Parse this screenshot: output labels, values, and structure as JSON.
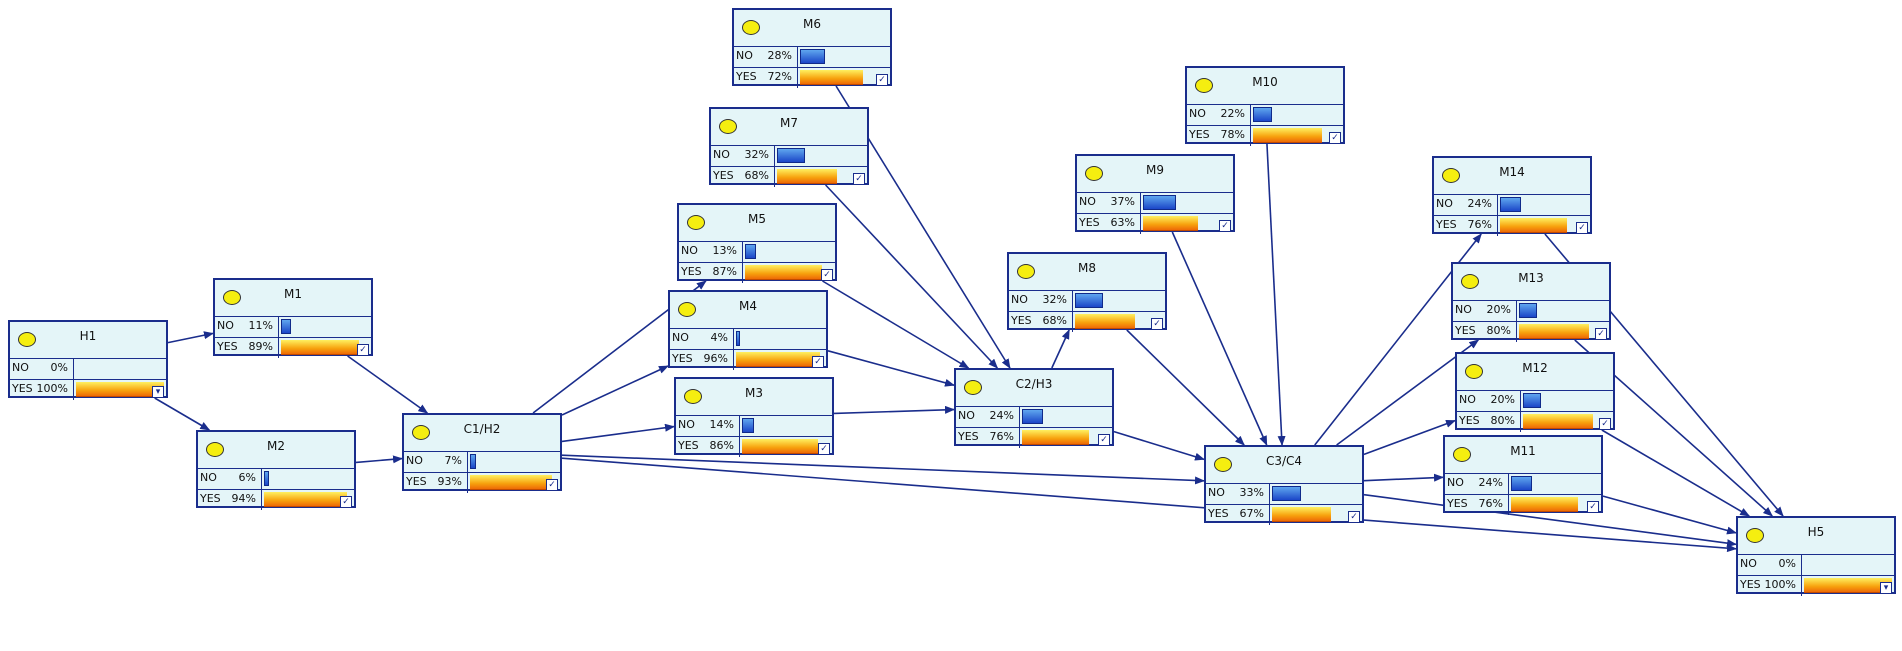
{
  "nodes": [
    {
      "id": "H1",
      "title": "H1",
      "no": "0%",
      "yes": "100%",
      "no_frac": 0.0,
      "yes_frac": 1.0,
      "icon": "arrow-down-icon"
    },
    {
      "id": "M1",
      "title": "M1",
      "no": "11%",
      "yes": "89%",
      "no_frac": 0.11,
      "yes_frac": 0.89,
      "icon": "checkbox-icon"
    },
    {
      "id": "M2",
      "title": "M2",
      "no": "6%",
      "yes": "94%",
      "no_frac": 0.06,
      "yes_frac": 0.94,
      "icon": "checkbox-icon"
    },
    {
      "id": "C1H2",
      "title": "C1/H2",
      "no": "7%",
      "yes": "93%",
      "no_frac": 0.07,
      "yes_frac": 0.93,
      "icon": "checkbox-icon"
    },
    {
      "id": "M6",
      "title": "M6",
      "no": "28%",
      "yes": "72%",
      "no_frac": 0.28,
      "yes_frac": 0.72,
      "icon": "checkbox-icon"
    },
    {
      "id": "M7",
      "title": "M7",
      "no": "32%",
      "yes": "68%",
      "no_frac": 0.32,
      "yes_frac": 0.68,
      "icon": "checkbox-icon"
    },
    {
      "id": "M5",
      "title": "M5",
      "no": "13%",
      "yes": "87%",
      "no_frac": 0.13,
      "yes_frac": 0.87,
      "icon": "checkbox-icon"
    },
    {
      "id": "M4",
      "title": "M4",
      "no": "4%",
      "yes": "96%",
      "no_frac": 0.04,
      "yes_frac": 0.96,
      "icon": "checkbox-icon"
    },
    {
      "id": "M3",
      "title": "M3",
      "no": "14%",
      "yes": "86%",
      "no_frac": 0.14,
      "yes_frac": 0.86,
      "icon": "checkbox-icon"
    },
    {
      "id": "C2H3",
      "title": "C2/H3",
      "no": "24%",
      "yes": "76%",
      "no_frac": 0.24,
      "yes_frac": 0.76,
      "icon": "checkbox-icon"
    },
    {
      "id": "M8",
      "title": "M8",
      "no": "32%",
      "yes": "68%",
      "no_frac": 0.32,
      "yes_frac": 0.68,
      "icon": "checkbox-icon"
    },
    {
      "id": "M9",
      "title": "M9",
      "no": "37%",
      "yes": "63%",
      "no_frac": 0.37,
      "yes_frac": 0.63,
      "icon": "checkbox-icon"
    },
    {
      "id": "M10",
      "title": "M10",
      "no": "22%",
      "yes": "78%",
      "no_frac": 0.22,
      "yes_frac": 0.78,
      "icon": "checkbox-icon"
    },
    {
      "id": "C3C4",
      "title": "C3/C4",
      "no": "33%",
      "yes": "67%",
      "no_frac": 0.33,
      "yes_frac": 0.67,
      "icon": "checkbox-icon"
    },
    {
      "id": "M14",
      "title": "M14",
      "no": "24%",
      "yes": "76%",
      "no_frac": 0.24,
      "yes_frac": 0.76,
      "icon": "checkbox-icon"
    },
    {
      "id": "M13",
      "title": "M13",
      "no": "20%",
      "yes": "80%",
      "no_frac": 0.2,
      "yes_frac": 0.8,
      "icon": "checkbox-icon"
    },
    {
      "id": "M12",
      "title": "M12",
      "no": "20%",
      "yes": "80%",
      "no_frac": 0.2,
      "yes_frac": 0.8,
      "icon": "checkbox-icon"
    },
    {
      "id": "M11",
      "title": "M11",
      "no": "24%",
      "yes": "76%",
      "no_frac": 0.24,
      "yes_frac": 0.76,
      "icon": "checkbox-icon"
    },
    {
      "id": "H5",
      "title": "H5",
      "no": "0%",
      "yes": "100%",
      "no_frac": 0.0,
      "yes_frac": 1.0,
      "icon": "arrow-down-icon"
    }
  ],
  "labels": {
    "no": "NO",
    "yes": "YES"
  },
  "edges": [
    [
      "H1",
      "M1"
    ],
    [
      "H1",
      "M2"
    ],
    [
      "M1",
      "C1H2"
    ],
    [
      "M2",
      "C1H2"
    ],
    [
      "C1H2",
      "M5"
    ],
    [
      "C1H2",
      "M4"
    ],
    [
      "C1H2",
      "M3"
    ],
    [
      "C1H2",
      "C3C4"
    ],
    [
      "C1H2",
      "H5"
    ],
    [
      "M6",
      "C2H3"
    ],
    [
      "M7",
      "C2H3"
    ],
    [
      "M5",
      "C2H3"
    ],
    [
      "M4",
      "C2H3"
    ],
    [
      "M3",
      "C2H3"
    ],
    [
      "C2H3",
      "M8"
    ],
    [
      "C2H3",
      "C3C4"
    ],
    [
      "M8",
      "C3C4"
    ],
    [
      "M9",
      "C3C4"
    ],
    [
      "M10",
      "C3C4"
    ],
    [
      "C3C4",
      "M14"
    ],
    [
      "C3C4",
      "M13"
    ],
    [
      "C3C4",
      "M12"
    ],
    [
      "C3C4",
      "M11"
    ],
    [
      "C3C4",
      "H5"
    ],
    [
      "M14",
      "H5"
    ],
    [
      "M13",
      "H5"
    ],
    [
      "M12",
      "H5"
    ],
    [
      "M11",
      "H5"
    ]
  ],
  "colors": {
    "edge": "#1a2d8c",
    "node_bg": "#e4f5f8",
    "node_border": "#1a2d8c",
    "state_oval": "#f5ee10"
  }
}
